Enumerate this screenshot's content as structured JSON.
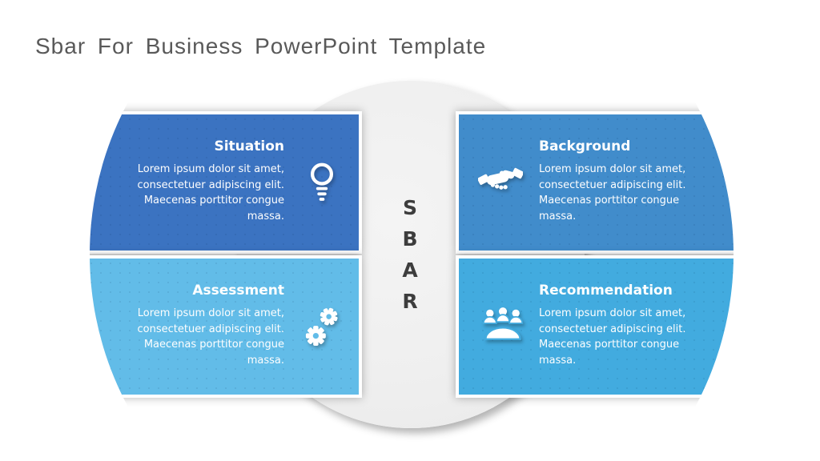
{
  "slide": {
    "title": "Sbar For Business PowerPoint Template"
  },
  "center": {
    "letters": [
      "S",
      "B",
      "A",
      "R"
    ]
  },
  "quadrants": [
    {
      "key": "situation",
      "title": "Situation",
      "body": "Lorem ipsum dolor sit amet,\nconsectetuer adipiscing elit.\nMaecenas porttitor congue\nmassa.",
      "icon": "lightbulb-icon",
      "color": "#3b73c1"
    },
    {
      "key": "background",
      "title": "Background",
      "body": "Lorem ipsum dolor sit amet,\nconsectetuer adipiscing elit.\nMaecenas porttitor congue\nmassa.",
      "icon": "handshake-icon",
      "color": "#418ccb"
    },
    {
      "key": "assessment",
      "title": "Assessment",
      "body": "Lorem ipsum dolor sit amet,\nconsectetuer adipiscing elit.\nMaecenas porttitor congue\nmassa.",
      "icon": "gears-icon",
      "color": "#62bce8"
    },
    {
      "key": "recommendation",
      "title": "Recommendation",
      "body": "Lorem ipsum dolor sit amet,\nconsectetuer adipiscing elit.\nMaecenas porttitor congue\nmassa.",
      "icon": "meeting-icon",
      "color": "#42abdf"
    }
  ],
  "colors": {
    "title_text": "#595959",
    "center_letters": "#3d3d3d",
    "center_circle": "#efefef",
    "situation": "#3b73c1",
    "background": "#418ccb",
    "assessment": "#62bce8",
    "recommendation": "#42abdf",
    "box_text": "#ffffff"
  }
}
